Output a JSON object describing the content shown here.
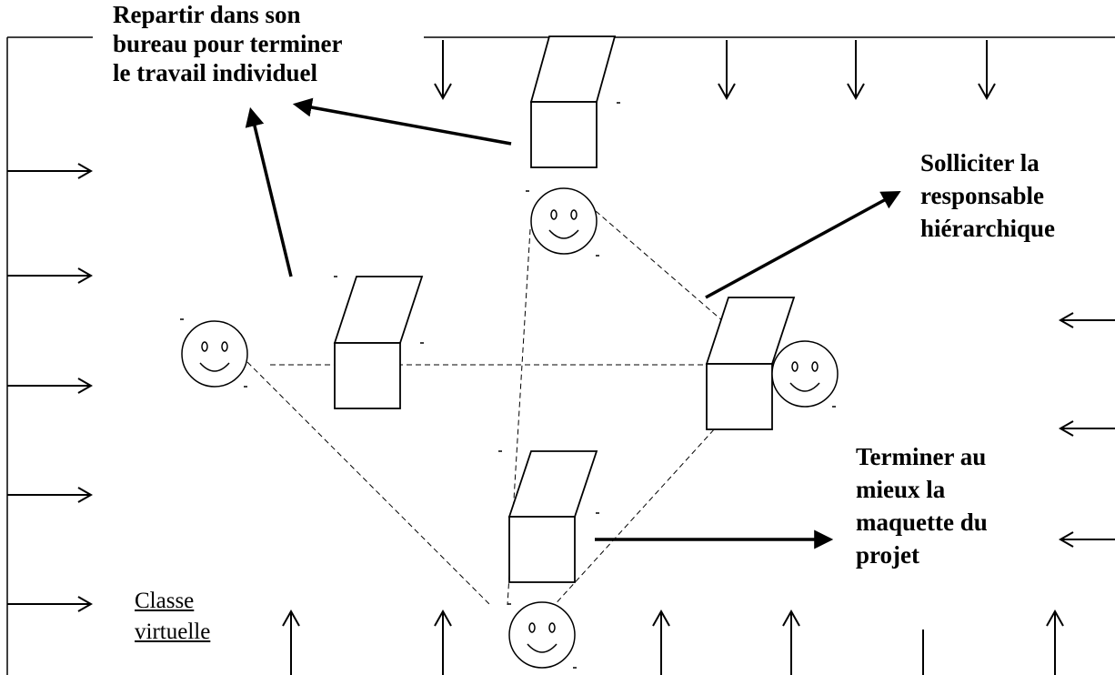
{
  "labels": {
    "top_left": [
      "Repartir dans son",
      "bureau pour terminer",
      "le travail individuel"
    ],
    "right_top": [
      "Solliciter la",
      "responsable",
      "hiérarchique"
    ],
    "right_bottom": [
      "Terminer au",
      "mieux la",
      "maquette du",
      "projet"
    ],
    "classe": [
      "Classe",
      "virtuelle"
    ]
  },
  "colors": {
    "ink": "#000000",
    "background": "#ffffff"
  }
}
